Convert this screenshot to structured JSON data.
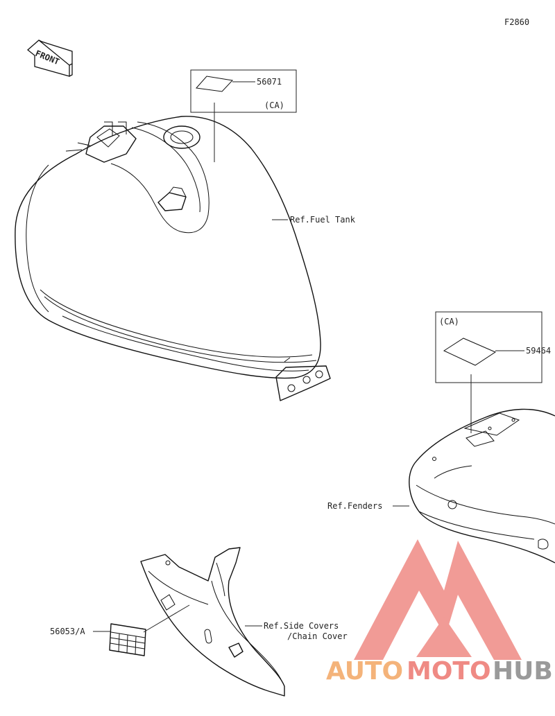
{
  "figure_code": "F2860",
  "front_arrow_text": "FRONT",
  "callouts": {
    "part_56071": "56071",
    "part_56071_region": "(CA)",
    "fuel_tank_ref": "Ref.Fuel Tank",
    "part_59464_region": "(CA)",
    "part_59464": "59464",
    "fenders_ref": "Ref.Fenders",
    "part_56053": "56053/A",
    "side_covers_ref_line1": "Ref.Side Covers",
    "side_covers_ref_line2": "/Chain Cover"
  },
  "watermark": {
    "word_1": "AUTO",
    "word_2": "MOTO",
    "word_3": "HUB",
    "color_orange": "#f4b37a",
    "color_red": "#ef8a84",
    "color_gray": "#9a9a9a"
  }
}
